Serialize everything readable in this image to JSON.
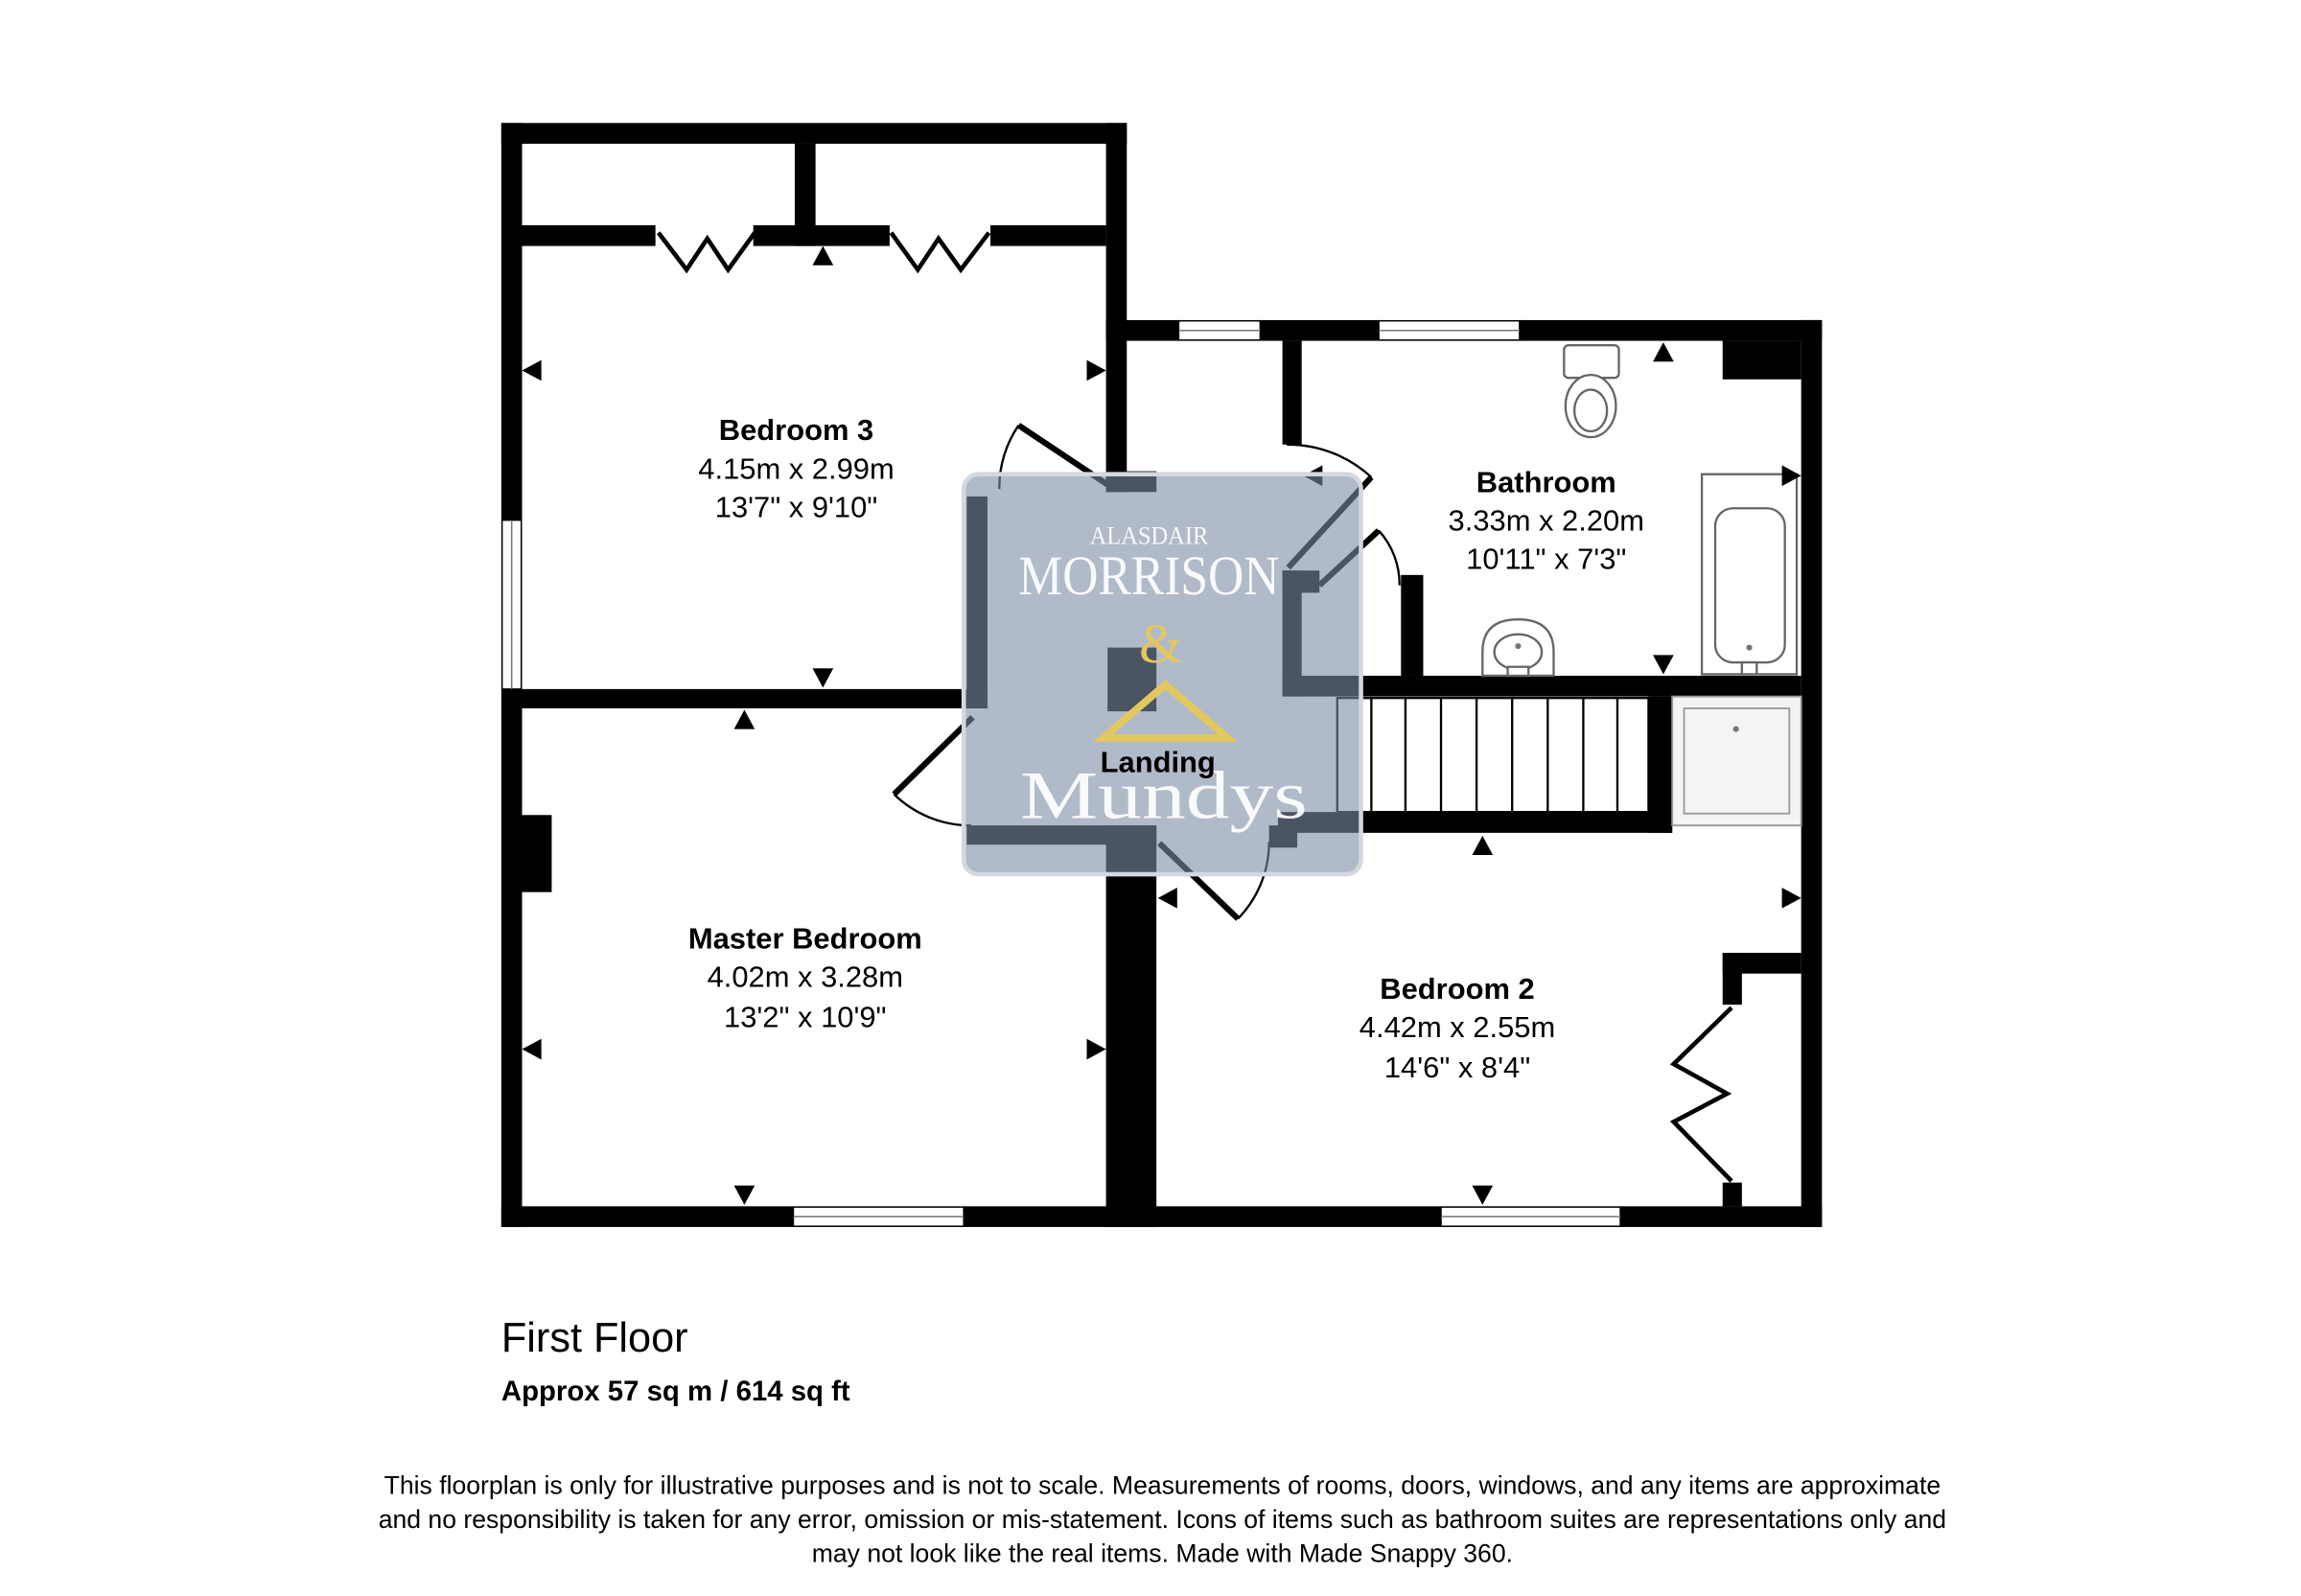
{
  "plan": {
    "rooms": {
      "bedroom_3": {
        "name": "Bedroom 3",
        "metric": "4.15m x 2.99m",
        "imperial": "13'7\" x 9'10\""
      },
      "bathroom": {
        "name": "Bathroom",
        "metric": "3.33m x 2.20m",
        "imperial": "10'11\" x 7'3\""
      },
      "master_bedroom": {
        "name": "Master Bedroom",
        "metric": "4.02m x 3.28m",
        "imperial": "13'2\" x 10'9\""
      },
      "bedroom_2": {
        "name": "Bedroom 2",
        "metric": "4.42m x 2.55m",
        "imperial": "14'6\" x 8'4\""
      },
      "landing": {
        "name": "Landing"
      }
    }
  },
  "floor": {
    "title": "First Floor",
    "area": "Approx 57 sq m / 614 sq ft"
  },
  "disclaimer": [
    "This floorplan is only for illustrative purposes and is not to scale. Measurements of rooms, doors, windows, and any items are approximate",
    "and no responsibility is taken for any error, omission or mis-statement. Icons of items such as bathroom suites are representations only and",
    "may not look like the real items. Made with Made Snappy 360."
  ],
  "watermark": {
    "top": "ALASDAIR",
    "main": "MORRISON",
    "amp": "&",
    "bottom": "Mundys"
  },
  "colors": {
    "wall": "#000000",
    "watermark_fill": "#7d8ca5",
    "watermark_accent": "#e3c75f",
    "watermark_text": "#ffffff"
  }
}
